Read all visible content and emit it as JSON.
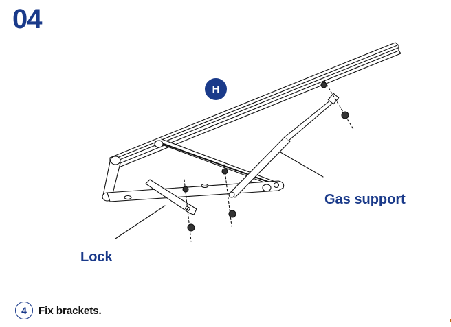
{
  "header": {
    "step_number": "04"
  },
  "diagram": {
    "part_badge": "H",
    "labels": {
      "gas_support": "Gas support",
      "lock": "Lock"
    },
    "colors": {
      "brand": "#1a3a8a",
      "line": "#111111"
    }
  },
  "instruction": {
    "number": "4",
    "text": "Fix brackets."
  }
}
